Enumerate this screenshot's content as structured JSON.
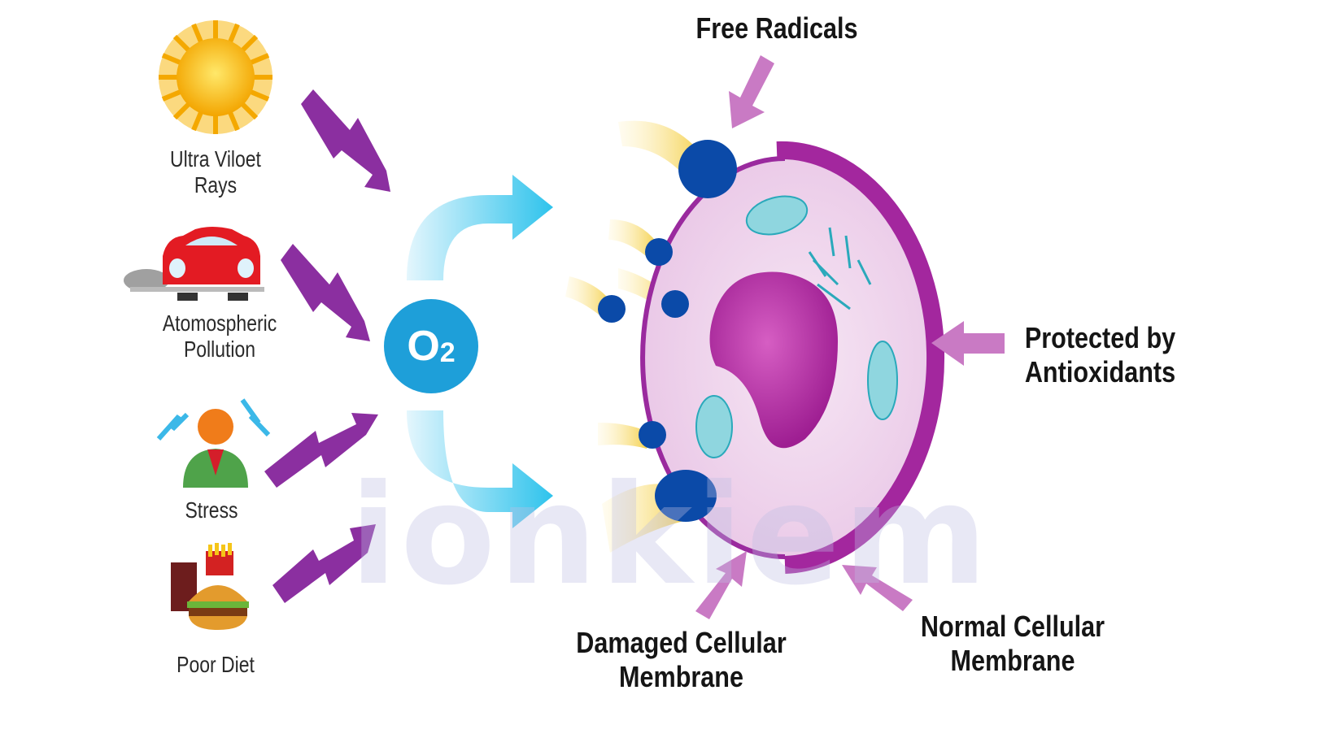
{
  "sources": [
    {
      "label_line1": "Ultra Viloet",
      "label_line2": "Rays",
      "icon": "sun-icon"
    },
    {
      "label_line1": "Atomospheric",
      "label_line2": "Pollution",
      "icon": "car-icon"
    },
    {
      "label_line1": "Stress",
      "icon": "stressed-person-icon"
    },
    {
      "label_line1": "Poor Diet",
      "icon": "fast-food-icon"
    }
  ],
  "oxygen": {
    "label": "O",
    "subscript": "2"
  },
  "cell_labels": {
    "free_radicals": "Free Radicals",
    "protected_line1": "Protected by",
    "protected_line2": "Antioxidants",
    "damaged_line1": "Damaged Cellular",
    "damaged_line2": "Membrane",
    "normal_line1": "Normal Cellular",
    "normal_line2": "Membrane"
  },
  "watermark": "ionkiềm",
  "colors": {
    "lightning": "#8b2fa0",
    "arrow": "#c97ac4",
    "oxygen": "#1e9fd9",
    "membrane": "#9a2a9e",
    "radical": "#0b4aa8",
    "nucleus": "#b0289a"
  }
}
